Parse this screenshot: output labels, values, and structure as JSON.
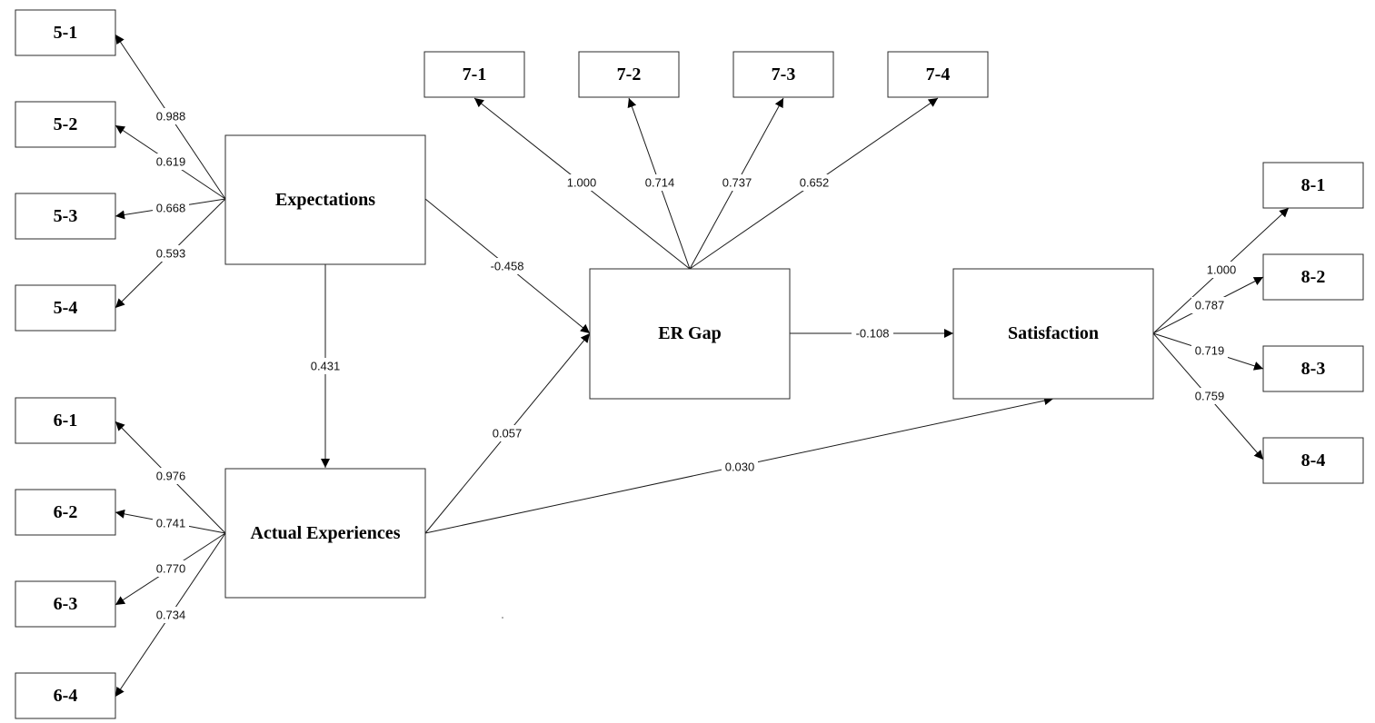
{
  "latents": {
    "expectations": "Expectations",
    "actual_experiences": "Actual Experiences",
    "er_gap": "ER Gap",
    "satisfaction": "Satisfaction"
  },
  "indicators": {
    "i5_1": "5-1",
    "i5_2": "5-2",
    "i5_3": "5-3",
    "i5_4": "5-4",
    "i6_1": "6-1",
    "i6_2": "6-2",
    "i6_3": "6-3",
    "i6_4": "6-4",
    "i7_1": "7-1",
    "i7_2": "7-2",
    "i7_3": "7-3",
    "i7_4": "7-4",
    "i8_1": "8-1",
    "i8_2": "8-2",
    "i8_3": "8-3",
    "i8_4": "8-4"
  },
  "loadings": {
    "i5_1": "0.988",
    "i5_2": "0.619",
    "i5_3": "0.668",
    "i5_4": "0.593",
    "i6_1": "0.976",
    "i6_2": "0.741",
    "i6_3": "0.770",
    "i6_4": "0.734",
    "i7_1": "1.000",
    "i7_2": "0.714",
    "i7_3": "0.737",
    "i7_4": "0.652",
    "i8_1": "1.000",
    "i8_2": "0.787",
    "i8_3": "0.719",
    "i8_4": "0.759"
  },
  "paths": {
    "exp_to_gap": "-0.458",
    "exp_to_act": "0.431",
    "act_to_gap": "0.057",
    "gap_to_sat": "-0.108",
    "act_to_sat": "0.030"
  }
}
